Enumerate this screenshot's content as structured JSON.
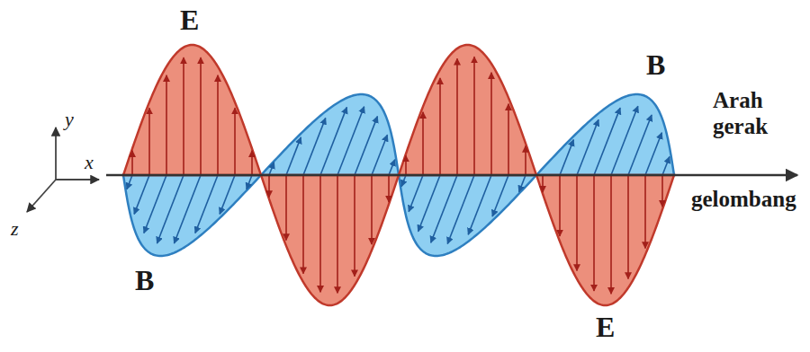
{
  "diagram": {
    "labels": [
      "y",
      "x",
      "z",
      "E",
      "B",
      "Arah gerak",
      "gelombang",
      "B",
      "E"
    ]
  }
}
